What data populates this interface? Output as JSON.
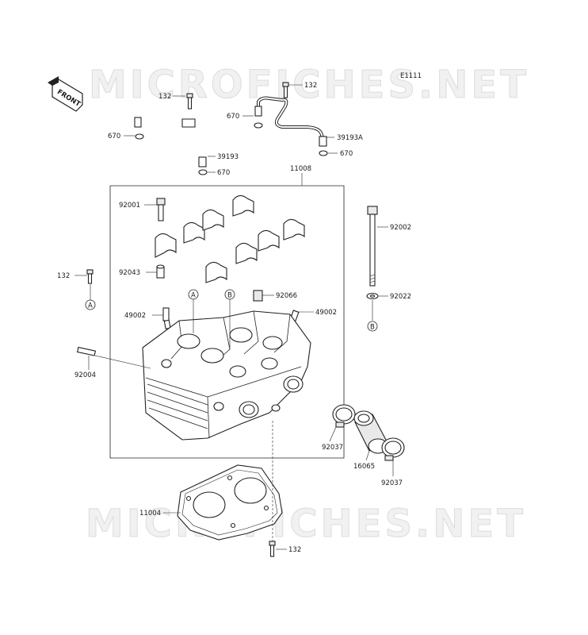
{
  "diagram": {
    "figure_code": "E1111",
    "watermark": "MICROFICHES.NET",
    "front_marker": "FRONT",
    "callouts": [
      {
        "id": "c132a",
        "text": "132"
      },
      {
        "id": "c132b",
        "text": "132"
      },
      {
        "id": "c670a",
        "text": "670"
      },
      {
        "id": "c670b",
        "text": "670"
      },
      {
        "id": "c39193",
        "text": "39193"
      },
      {
        "id": "c670c",
        "text": "670"
      },
      {
        "id": "c39193A",
        "text": "39193A"
      },
      {
        "id": "c670d",
        "text": "670"
      },
      {
        "id": "c11008",
        "text": "11008"
      },
      {
        "id": "c92001",
        "text": "92001"
      },
      {
        "id": "c92002",
        "text": "92002"
      },
      {
        "id": "c92043",
        "text": "92043"
      },
      {
        "id": "c132c",
        "text": "132"
      },
      {
        "id": "c92066",
        "text": "92066"
      },
      {
        "id": "c92022",
        "text": "92022"
      },
      {
        "id": "c49002a",
        "text": "49002"
      },
      {
        "id": "c49002b",
        "text": "49002"
      },
      {
        "id": "c92004",
        "text": "92004"
      },
      {
        "id": "c92037a",
        "text": "92037"
      },
      {
        "id": "c16065",
        "text": "16065"
      },
      {
        "id": "c92037b",
        "text": "92037"
      },
      {
        "id": "c11004",
        "text": "11004"
      },
      {
        "id": "c132d",
        "text": "132"
      }
    ],
    "reference_marks": [
      {
        "id": "rA1",
        "text": "A"
      },
      {
        "id": "rB1",
        "text": "B"
      },
      {
        "id": "rA2",
        "text": "A"
      },
      {
        "id": "rB2",
        "text": "B"
      }
    ]
  }
}
